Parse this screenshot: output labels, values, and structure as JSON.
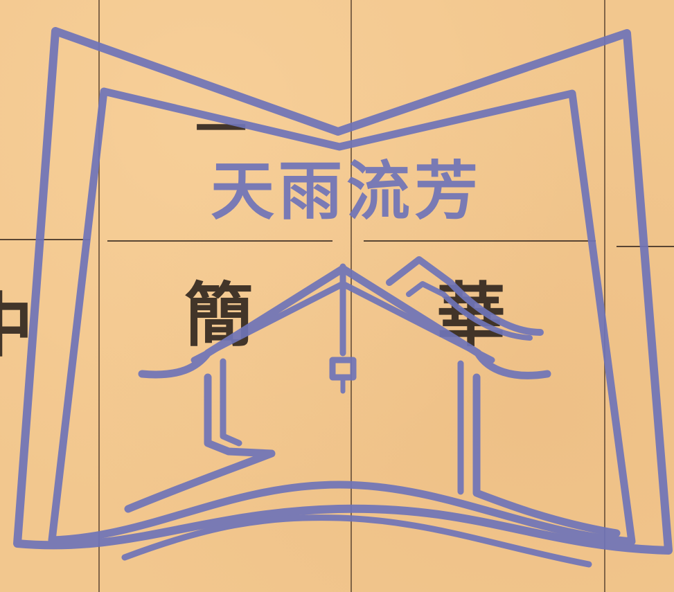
{
  "printed_text": {
    "char_top": "一",
    "char_left": "簡",
    "char_right": "華",
    "char_edge": "中"
  },
  "stamp": {
    "text": "天雨流芳",
    "kind": "seal",
    "motif": "open-book-with-house",
    "color": "#6f74b8"
  },
  "colors": {
    "paper": "#f2c78e",
    "ink": "#2a211b",
    "rule": "#5a4330"
  }
}
